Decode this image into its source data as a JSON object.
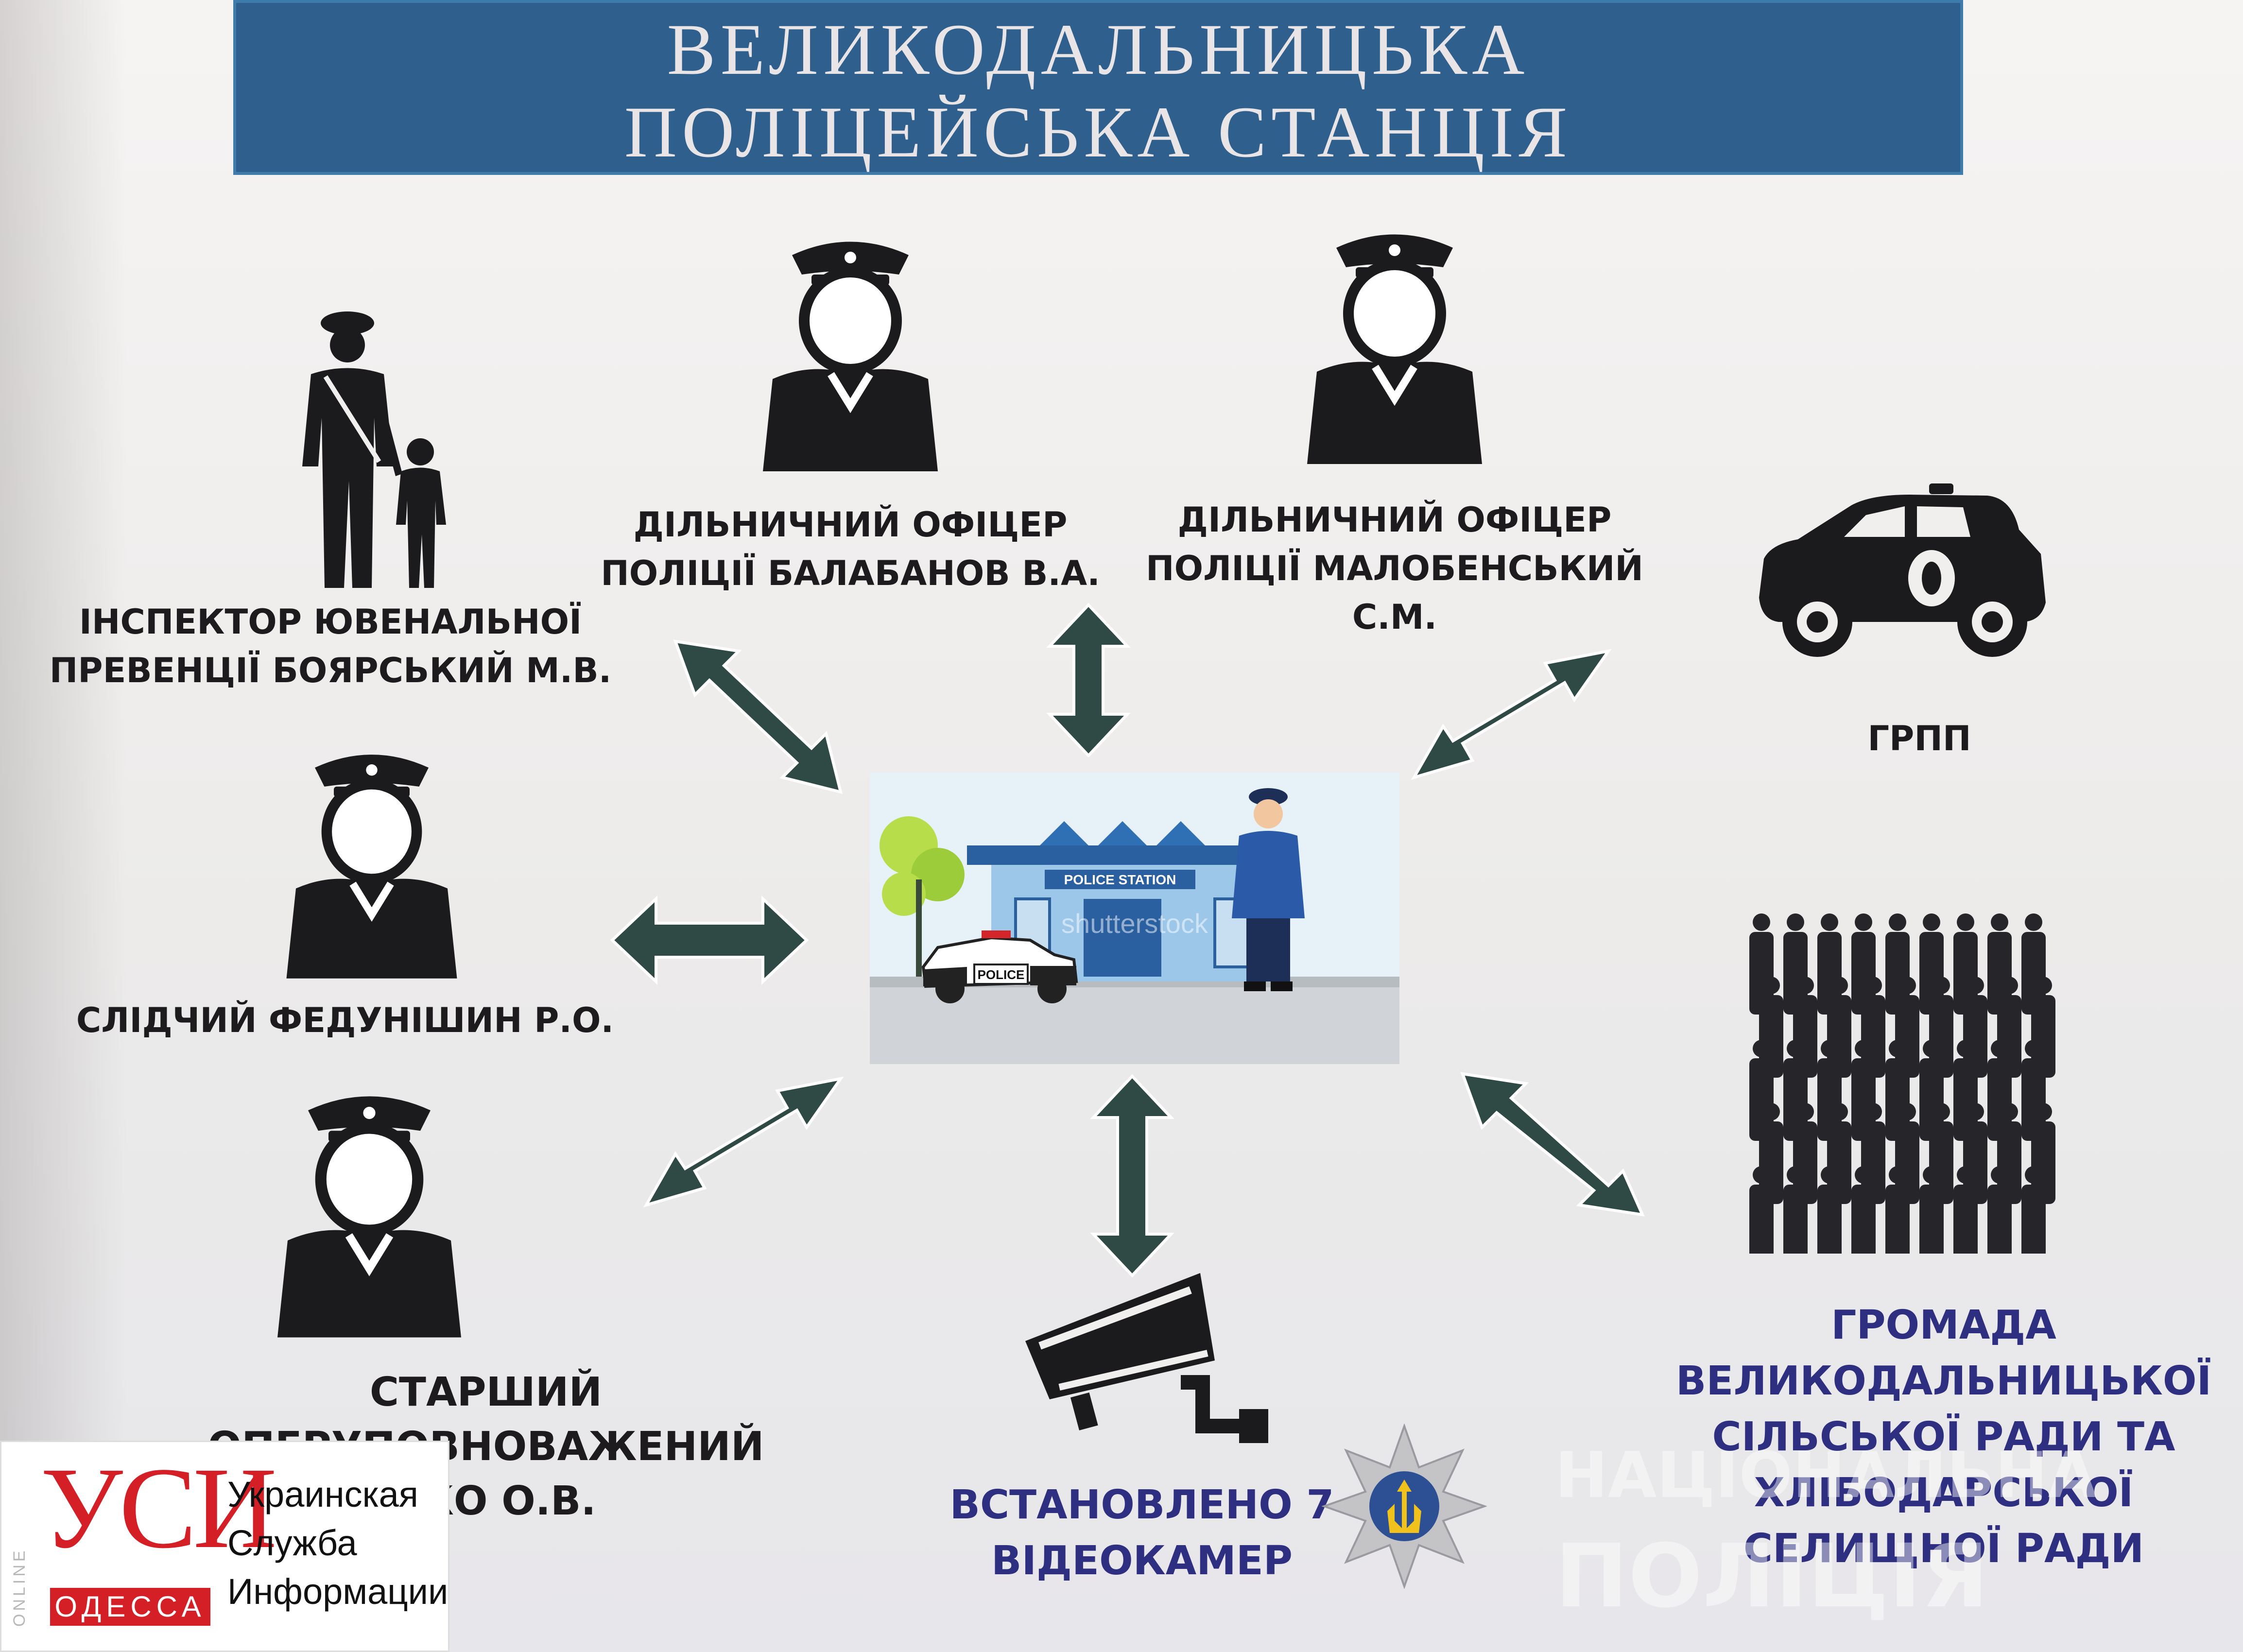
{
  "title": {
    "line1": "ВЕЛИКОДАЛЬНИЦЬКА",
    "line2": "ПОЛІЦЕЙСЬКА СТАНЦІЯ"
  },
  "nodes": {
    "juvenile": {
      "lines": [
        "ІНСПЕКТОР ЮВЕНАЛЬНОЇ",
        "ПРЕВЕНЦІЇ БОЯРСЬКИЙ М.В."
      ],
      "icon": "officer-with-child-icon"
    },
    "officer_balabanov": {
      "lines": [
        "ДІЛЬНИЧНИЙ ОФІЦЕР",
        "ПОЛІЦІЇ БАЛАБАНОВ В.А."
      ],
      "icon": "police-officer-icon"
    },
    "officer_malobenskyi": {
      "lines": [
        "ДІЛЬНИЧНИЙ ОФІЦЕР",
        "ПОЛІЦІЇ МАЛОБЕНСЬКИЙ",
        "С.М."
      ],
      "icon": "police-officer-icon"
    },
    "grpp": {
      "lines": [
        "ГРПП"
      ],
      "icon": "police-car-icon"
    },
    "investigator": {
      "lines": [
        "СЛІДЧИЙ ФЕДУНІШИН Р.О."
      ],
      "icon": "police-officer-icon"
    },
    "senior_operative": {
      "lines": [
        "СТАРШИЙ",
        "ОПЕРУПОВНОВАЖЕНИЙ",
        "...КО О.В."
      ],
      "icon": "police-officer-icon"
    },
    "cameras": {
      "lines": [
        "ВСТАНОВЛЕНО 7",
        "ВІДЕОКАМЕР"
      ],
      "icon": "security-camera-icon"
    },
    "community": {
      "lines": [
        "ГРОМАДА",
        "ВЕЛИКОДАЛЬНИЦЬКОЇ",
        "СІЛЬСЬКОЇ РАДИ ТА",
        "ХЛІБОДАРСЬКОЇ",
        "СЕЛИЩНОЇ РАДИ"
      ],
      "icon": "crowd-icon"
    }
  },
  "center": {
    "station_sign": "POLICE STATION",
    "car_label": "POLICE",
    "stock_watermark": "shutterstock"
  },
  "logo": {
    "online": "ONLINE",
    "main": "УСИ",
    "city": "ОДЕССА",
    "lines": [
      "Украинская",
      "Служба",
      "Информации"
    ]
  },
  "watermark": {
    "line1": "НАЦІОНАЛЬНА",
    "line2": "ПОЛІЦІЯ"
  },
  "colors": {
    "title_bg": "#2e5f8d",
    "arrow": "#2f4a45",
    "icon": "#1b1a1c",
    "blue_text": "#2e2f80",
    "logo_red": "#d41f26"
  }
}
